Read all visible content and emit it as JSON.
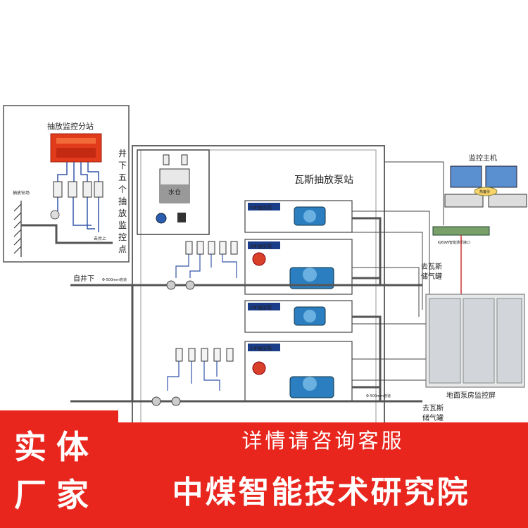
{
  "diagram": {
    "substation_title": "抽放监控分站",
    "vertical_label": [
      "井",
      "下",
      "五",
      "个",
      "抽",
      "放",
      "监",
      "控",
      "点"
    ],
    "pump_station_title": "瓦斯抽放泵站",
    "pumps": [
      "4#抽放泵",
      "3#抽放泵",
      "2#抽放泵",
      "1#抽放泵"
    ],
    "water_tank": "水仓",
    "from_underground": "自井下",
    "to_gas_tank_top": [
      "去瓦斯",
      "储气罐"
    ],
    "to_gas_tank_bottom": [
      "去瓦斯",
      "储气罐"
    ],
    "monitor_host": "监控主机",
    "surface_panel": "地面泵房监控屏",
    "downhole_label": "抽放钻场",
    "well_up": "去井上",
    "pipe_label": "Φ-500mm管道",
    "comm_interface": "KJ69W智能通讯接口",
    "hot_standby": "热备份"
  },
  "banner": {
    "left_line1": "实体",
    "left_line2": "厂家",
    "right_top": "详情请咨询客服",
    "right_bottom": "中煤智能技术研究院"
  },
  "colors": {
    "banner_red": "#e8261e",
    "pipe_gray": "#555555",
    "signal_blue": "#3355aa",
    "substation_red": "#e23b1c"
  }
}
